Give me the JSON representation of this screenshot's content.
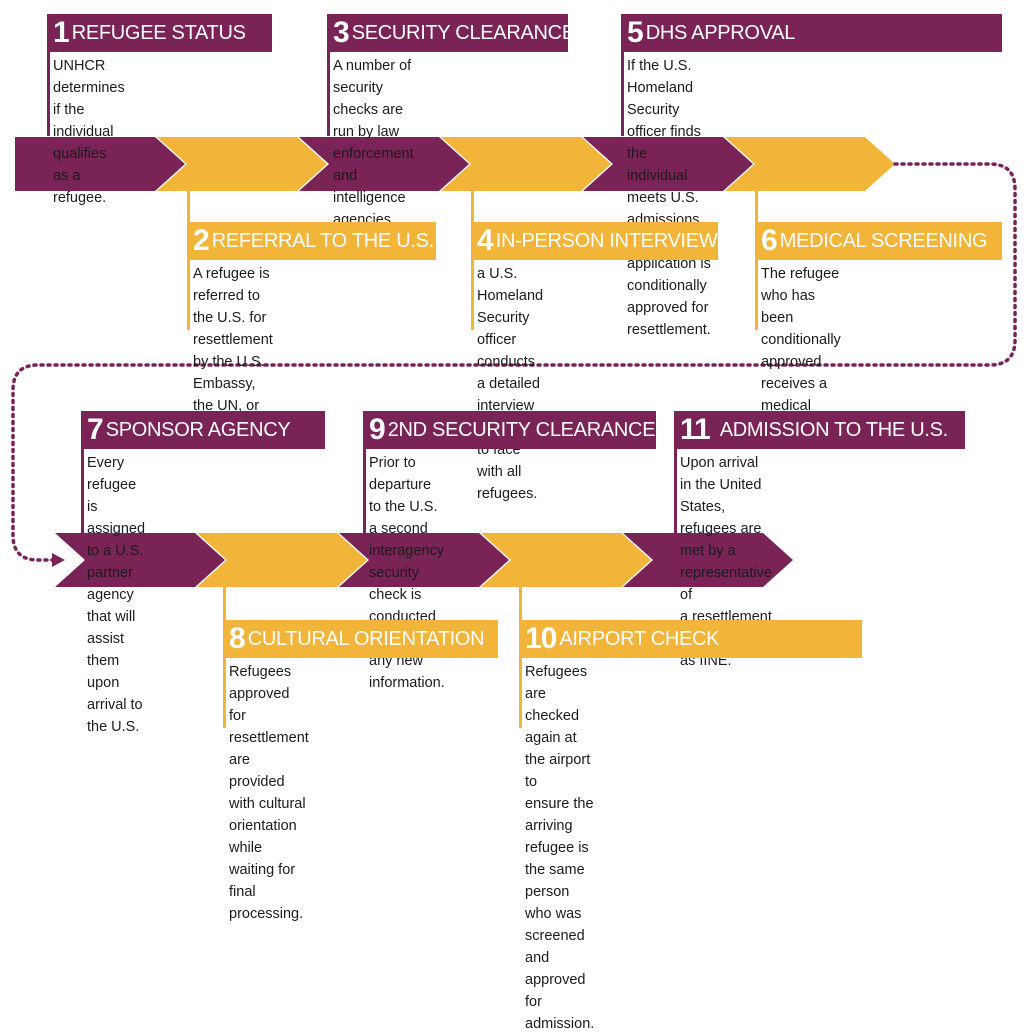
{
  "colors": {
    "purple": "#7a2356",
    "gold": "#f2b53a",
    "connector": "#7a2356"
  },
  "steps": [
    {
      "num": "1",
      "title": "REFUGEE STATUS",
      "color": "purple",
      "desc": [
        "UNHCR determines if the",
        "individual qualifies as a refugee."
      ]
    },
    {
      "num": "2",
      "title": "REFERRAL TO THE U.S.",
      "color": "gold",
      "desc": [
        "A refugee is referred to the U.S. for",
        "resettlement by the U.S. Embassy,",
        "the UN, or an NGO."
      ]
    },
    {
      "num": "3",
      "title": "SECURITY CLEARANCE",
      "color": "purple",
      "desc": [
        "A number of security checks are",
        "run by law enforcement and",
        "intelligence agencies."
      ]
    },
    {
      "num": "4",
      "title": "IN-PERSON INTERVIEW",
      "color": "gold",
      "desc": [
        "a U.S. Homeland Security officer",
        "conducts a detailed interview face",
        "to face with all refugees."
      ]
    },
    {
      "num": "5",
      "title": "DHS APPROVAL",
      "color": "purple",
      "desc": [
        "If the U.S. Homeland Security officer finds the",
        "individual meets U.S. admissions criteria, the",
        "application is conditionally approved for resettlement."
      ]
    },
    {
      "num": "6",
      "title": "MEDICAL SCREENING",
      "color": "gold",
      "desc": [
        "The refugee who has been",
        "conditionally approved receives a",
        "medical screening."
      ]
    },
    {
      "num": "7",
      "title": "SPONSOR AGENCY",
      "color": "purple",
      "desc": [
        "Every refugee is assigned to a U.S.",
        "partner agency that will assist",
        "them upon arrival to the U.S."
      ]
    },
    {
      "num": "8",
      "title": "CULTURAL ORIENTATION",
      "color": "gold",
      "desc": [
        "Refugees approved for resettlement",
        "are provided with cultural orientation",
        "while waiting for final processing."
      ]
    },
    {
      "num": "9",
      "title": "2ND SECURITY CLEARANCE",
      "color": "purple",
      "desc": [
        "Prior to departure to the U.S. a second",
        "interagency security check is conducted",
        "to check for any new information."
      ]
    },
    {
      "num": "10",
      "title": "AIRPORT CHECK",
      "color": "gold",
      "desc": [
        "Refugees are checked again at the airport to",
        "ensure the arriving refugee is the same person",
        "who was screened and approved for admission."
      ]
    },
    {
      "num": "11",
      "title": "ADMISSION TO THE U.S.",
      "color": "purple",
      "desc": [
        "Upon arrival in the United States,",
        "refugees are met by a representative of",
        "a resettlement agency, such as IINE."
      ]
    }
  ]
}
